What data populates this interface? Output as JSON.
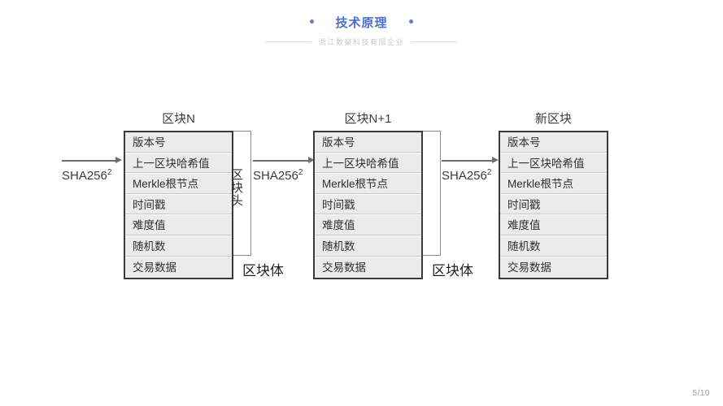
{
  "header": {
    "title": "技术原理",
    "subtitle": "浙江数豪科技有限企业",
    "left_dot": "dot",
    "right_dot": "dot"
  },
  "diagram": {
    "row_labels": [
      "版本号",
      "上一区块哈希值",
      "Merkle根节点",
      "时间戳",
      "难度值",
      "随机数",
      "交易数据"
    ],
    "blocks": [
      {
        "title": "区块N",
        "rows": [
          "版本号",
          "上一区块哈希值",
          "Merkle根节点",
          "时间戳",
          "难度值",
          "随机数",
          "交易数据"
        ],
        "header_bracket_label": "区块头",
        "body_label": "区块体"
      },
      {
        "title": "区块N+1",
        "rows": [
          "版本号",
          "上一区块哈希值",
          "Merkle根节点",
          "时间戳",
          "难度值",
          "随机数",
          "交易数据"
        ],
        "header_bracket_label": "",
        "body_label": "区块体"
      },
      {
        "title": "新区块",
        "rows": [
          "版本号",
          "上一区块哈希值",
          "Merkle根节点",
          "时间戳",
          "难度值",
          "随机数",
          "交易数据"
        ],
        "header_bracket_label": "",
        "body_label": ""
      }
    ],
    "arrows": [
      {
        "label": "SHA256",
        "exponent": "2"
      },
      {
        "label": "SHA256",
        "exponent": "2"
      },
      {
        "label": "SHA256",
        "exponent": "2"
      }
    ]
  },
  "footer": {
    "page": "5/10"
  },
  "colors": {
    "accent": "#4a6fd0",
    "row_fill": "#ebebeb",
    "row_border": "#c8c8c8",
    "block_border": "#3a3a3a",
    "arrow": "#6e6e6e",
    "subtitle": "#c9c9c9",
    "page_num": "#9a9a9a"
  }
}
